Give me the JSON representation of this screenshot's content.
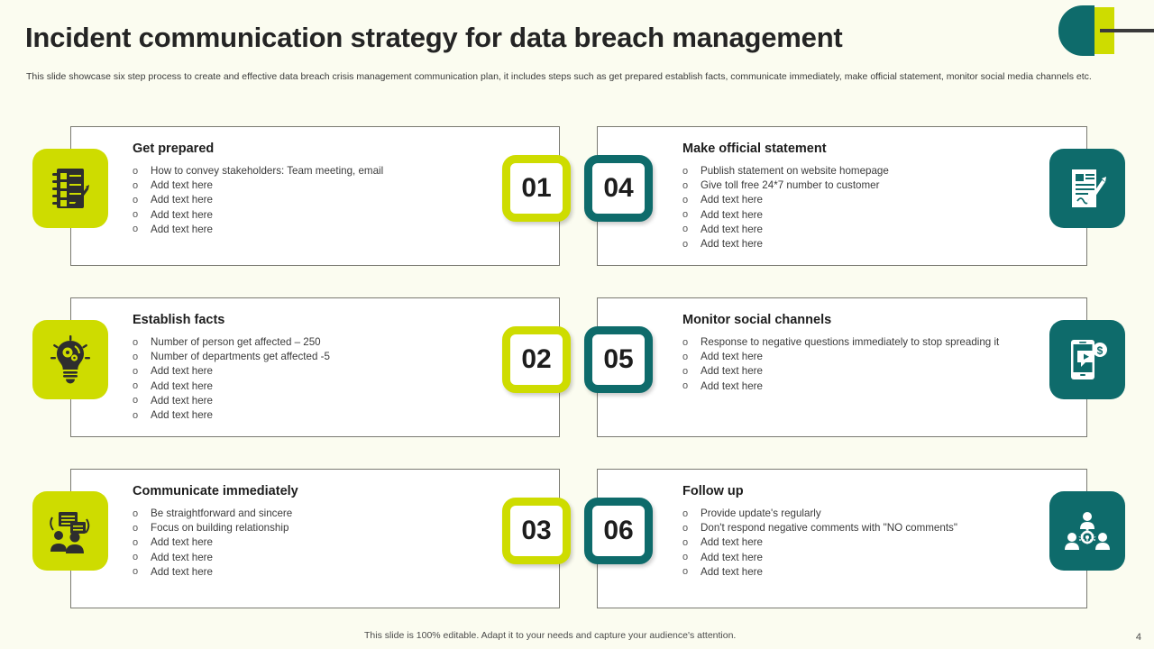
{
  "header": {
    "title": "Incident communication strategy for data breach management",
    "subtitle": "This slide showcase six step process to create and effective data breach crisis management communication plan, it includes steps such as get prepared establish facts, communicate immediately, make official statement, monitor social media channels etc.",
    "logo_icon": "brand-logo-icon"
  },
  "colors": {
    "lime": "#CEDC00",
    "teal": "#0E6B6B",
    "background": "#FBFCF0",
    "text_dark": "#242424",
    "card_border": "#7a7a72"
  },
  "steps": [
    {
      "number": "01",
      "side": "left",
      "accent": "lime",
      "title": "Get prepared",
      "icon": "checklist-notepad-icon",
      "bullets": [
        "How to convey stakeholders: Team meeting, email",
        "Add text here",
        "Add text here",
        "Add text here",
        "Add text here"
      ]
    },
    {
      "number": "04",
      "side": "right",
      "accent": "teal",
      "title": "Make official statement",
      "icon": "signed-document-icon",
      "bullets": [
        "Publish statement on website homepage",
        "Give toll free 24*7 number to customer",
        "Add text here",
        "Add text here",
        "Add text here",
        "Add text here"
      ]
    },
    {
      "number": "02",
      "side": "left",
      "accent": "lime",
      "title": "Establish facts",
      "icon": "lightbulb-gears-icon",
      "bullets": [
        "Number of person get affected – 250",
        "Number of departments get affected -5",
        "Add text here",
        "Add text here",
        "Add text here",
        "Add text here"
      ]
    },
    {
      "number": "05",
      "side": "right",
      "accent": "teal",
      "title": "Monitor social channels",
      "icon": "mobile-social-chat-icon",
      "bullets": [
        "Response to negative questions immediately to stop spreading it",
        "Add text here",
        "Add text here",
        "Add text here"
      ]
    },
    {
      "number": "03",
      "side": "left",
      "accent": "lime",
      "title": "Communicate immediately",
      "icon": "people-chat-icon",
      "bullets": [
        "Be straightforward and sincere",
        "Focus on building relationship",
        "Add text here",
        "Add text here",
        "Add text here"
      ]
    },
    {
      "number": "06",
      "side": "right",
      "accent": "teal",
      "title": "Follow up",
      "icon": "team-network-icon",
      "bullets": [
        "Provide update's regularly",
        "Don't respond negative comments with \"NO comments\"",
        "Add text here",
        "Add text here",
        "Add text here"
      ]
    }
  ],
  "footer": {
    "note": "This slide is 100% editable. Adapt it to your needs and capture your audience's attention.",
    "page_number": "4"
  }
}
